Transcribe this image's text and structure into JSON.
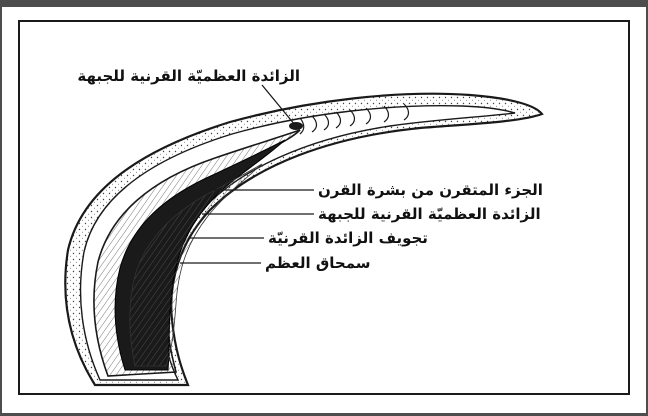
{
  "labels": {
    "top": "الزائدة العظميّة القرنية للجبهة",
    "horn_epidermis": "الجزء المتقرن من بشرة القرن",
    "bony_process": "الزائدة العظميّة القرنية للجبهة",
    "process_cavity": "تجويف الزائدة القرنيّة",
    "periosteum": "سمحاق العظم"
  },
  "colors": {
    "frame": "#4d4d4d",
    "ink": "#1a1a1a",
    "background": "#ffffff"
  }
}
